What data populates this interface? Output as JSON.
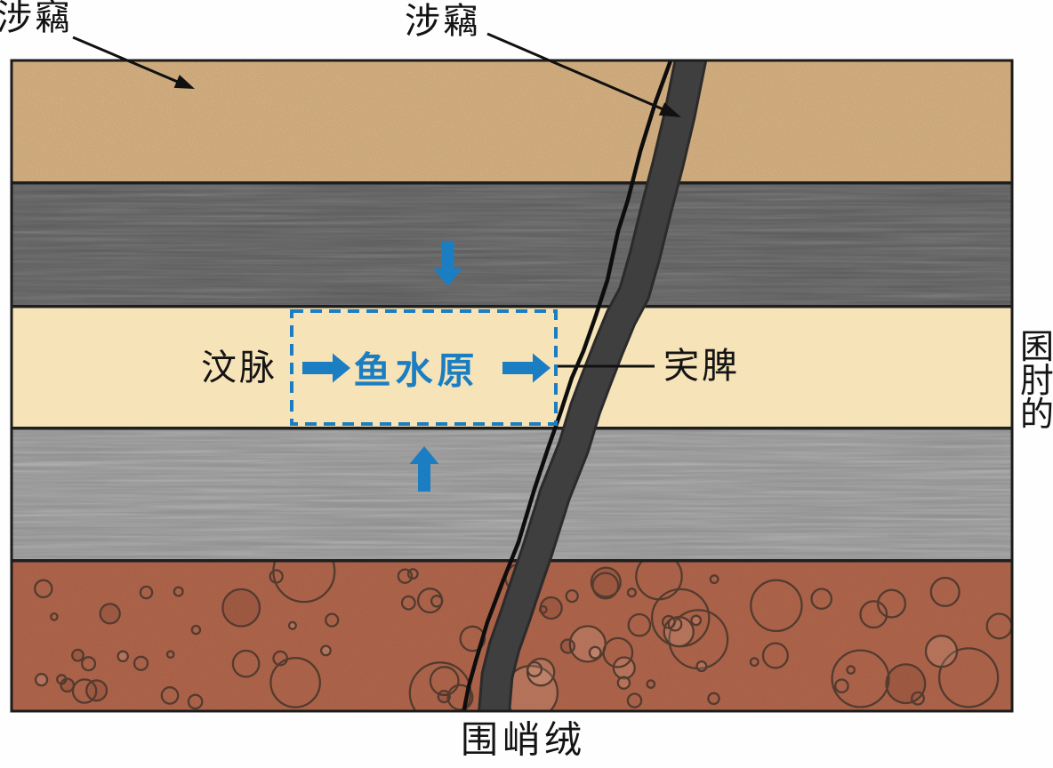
{
  "labels": {
    "top_left": "涉竊",
    "top_center": "涉竊",
    "left_flow": "汶脉",
    "reservoir_box": "鱼水原",
    "fault": "宎脾",
    "bottom": "围峭绒",
    "right_edge_chars": {
      "c0": "囷",
      "c1": "肘",
      "c2": "的"
    }
  },
  "colors": {
    "sand": "#c79f70",
    "dark_gray": "#5c5c5c",
    "cream": "#f6e3b6",
    "mid_gray": "#8f8f8f",
    "red_brown": "#a55d45",
    "fault_band": "#3f3f3f",
    "fault_band_edge": "#2b2b2b",
    "boundary_line": "#1f1f1f",
    "accent_blue": "#1b7ec2",
    "text": "#141414",
    "gravel_stroke": "#4f382c"
  }
}
